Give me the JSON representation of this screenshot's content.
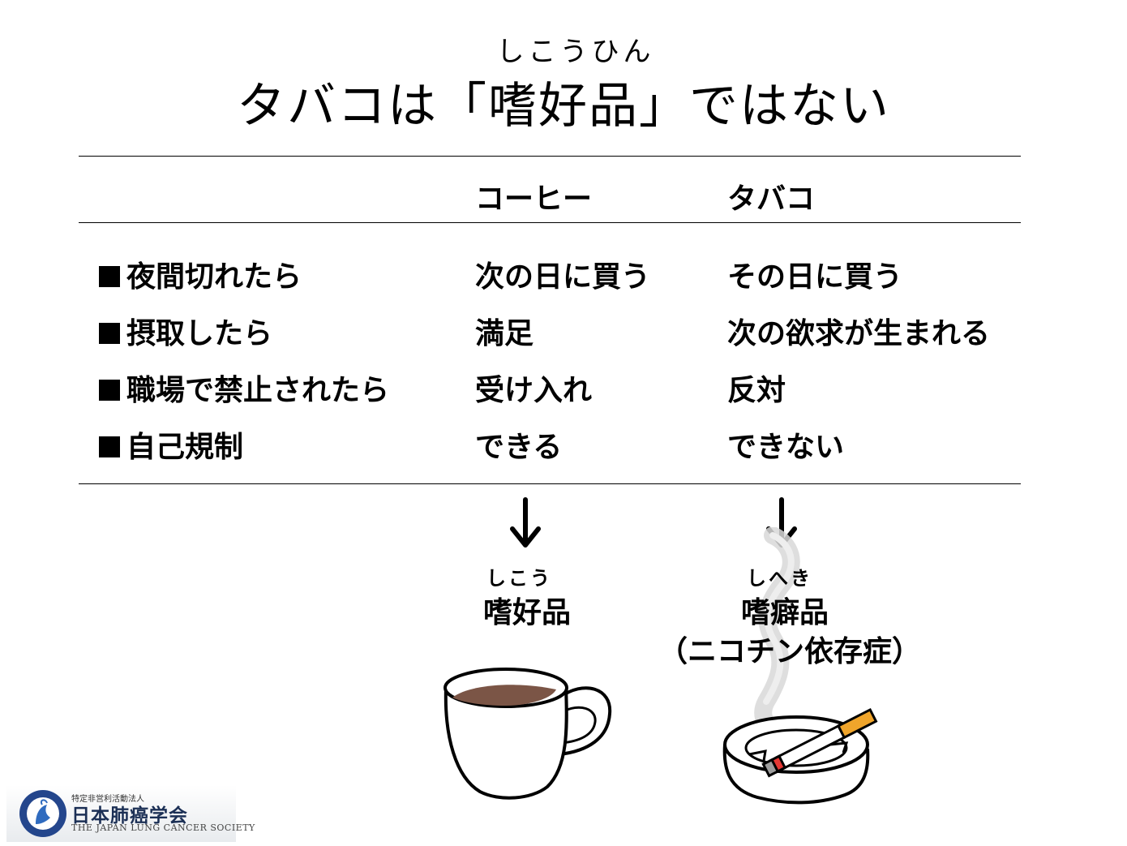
{
  "title": {
    "ruby": "しこうひん",
    "text": "タバコは「嗜好品」ではない"
  },
  "table": {
    "headers": [
      "コーヒー",
      "タバコ"
    ],
    "rows": [
      {
        "label": "夜間切れたら",
        "coffee": "次の日に買う",
        "tobacco": "その日に買う"
      },
      {
        "label": "摂取したら",
        "coffee": "満足",
        "tobacco": "次の欲求が生まれる"
      },
      {
        "label": "職場で禁止されたら",
        "coffee": "受け入れ",
        "tobacco": "反対"
      },
      {
        "label": "自己規制",
        "coffee": "できる",
        "tobacco": "できない"
      }
    ]
  },
  "conclusions": {
    "coffee": {
      "ruby": "しこう",
      "text": "嗜好品"
    },
    "tobacco": {
      "ruby": "しへき",
      "text": "嗜癖品",
      "note": "（ニコチン依存症）"
    }
  },
  "icons": {
    "arrows": "down-arrow-icon",
    "coffee": "coffee-cup-icon",
    "tobacco": "ashtray-cigarette-icon"
  },
  "logo": {
    "small": "特定非営利活動法人",
    "jp": "日本肺癌学会",
    "en": "THE JAPAN LUNG CANCER SOCIETY"
  }
}
